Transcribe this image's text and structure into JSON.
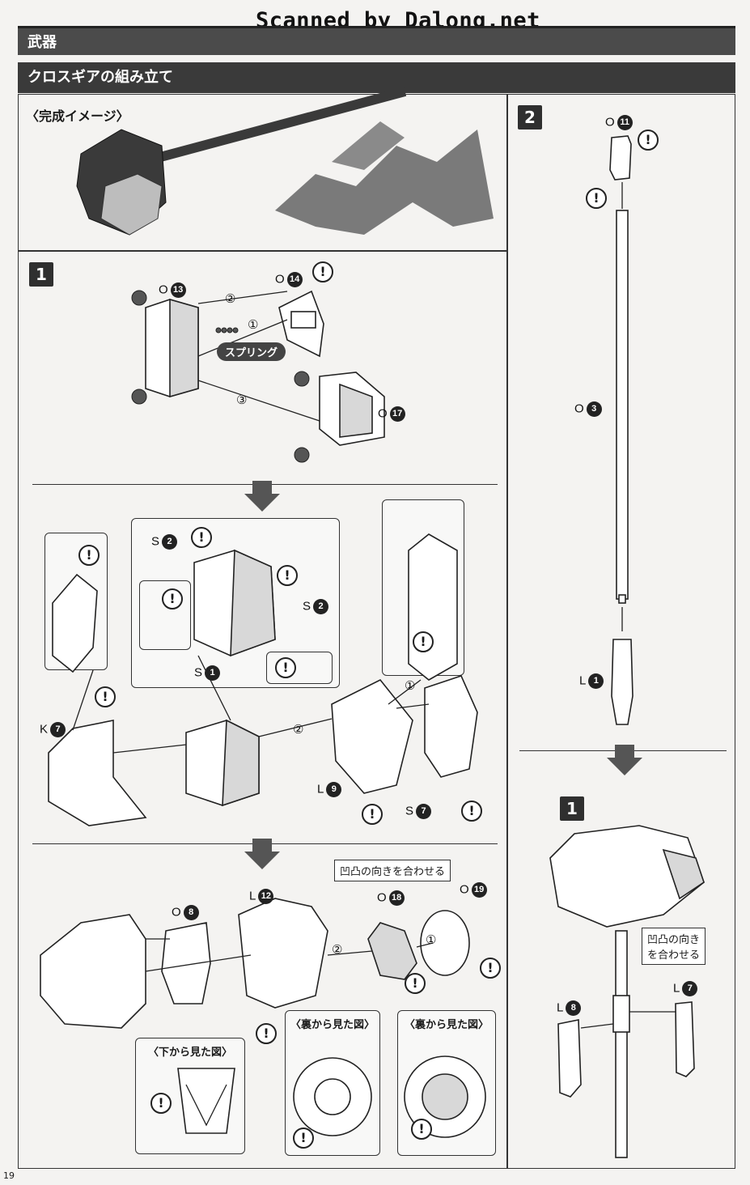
{
  "watermark": "Scanned by Dalong.net",
  "header": {
    "section": "武器",
    "subsection": "クロスギアの組み立て"
  },
  "preview": {
    "caption": "〈完成イメージ〉"
  },
  "steps": {
    "step1": "1",
    "step2": "2",
    "step2_sub": "1"
  },
  "step1": {
    "labels": [
      "O",
      "O",
      "O"
    ],
    "numbers": [
      "13",
      "14",
      "17"
    ],
    "spring": "スプリング",
    "order": [
      "①",
      "②",
      "③"
    ]
  },
  "step1b": {
    "labels": [
      "S",
      "S",
      "S",
      "K",
      "L",
      "S"
    ],
    "numbers": [
      "2",
      "2",
      "1",
      "7",
      "9",
      "7"
    ],
    "order": [
      "①",
      "②"
    ]
  },
  "step1c": {
    "labels": [
      "L",
      "O",
      "O",
      "O"
    ],
    "numbers": [
      "12",
      "8",
      "18",
      "19"
    ],
    "align_note": "凹凸の向きを合わせる",
    "view_bottom": "〈下から見た図〉",
    "view_back1": "〈裏から見た図〉",
    "view_back2": "〈裏から見た図〉",
    "order": [
      "①",
      "②"
    ]
  },
  "step2": {
    "labels": [
      "O",
      "O",
      "L",
      "L",
      "L"
    ],
    "numbers": [
      "11",
      "3",
      "1",
      "8",
      "7"
    ],
    "align_note": "凹凸の向き\nを合わせる"
  },
  "warning_symbol": "!",
  "page_number": "19"
}
